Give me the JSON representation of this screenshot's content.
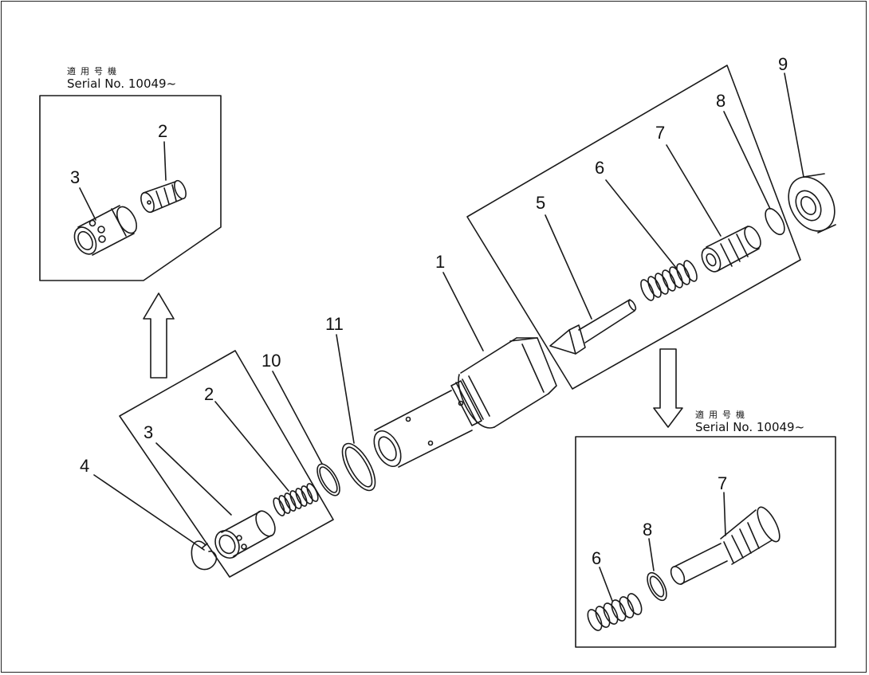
{
  "notes": {
    "left": {
      "model_label": "適用号機",
      "serial": "Serial No. 10049~"
    },
    "right": {
      "model_label": "適用号機",
      "serial": "Serial No. 10049~"
    }
  },
  "callouts": {
    "n1": "1",
    "n2_main": "2",
    "n2_inset": "2",
    "n3_main": "3",
    "n3_inset": "3",
    "n4": "4",
    "n5": "5",
    "n6_main": "6",
    "n6_inset": "6",
    "n7_main": "7",
    "n7_inset": "7",
    "n8_main": "8",
    "n8_inset": "8",
    "n9": "9",
    "n10": "10",
    "n11": "11"
  },
  "colors": {
    "line": "#1a1a1a",
    "background": "#ffffff"
  }
}
